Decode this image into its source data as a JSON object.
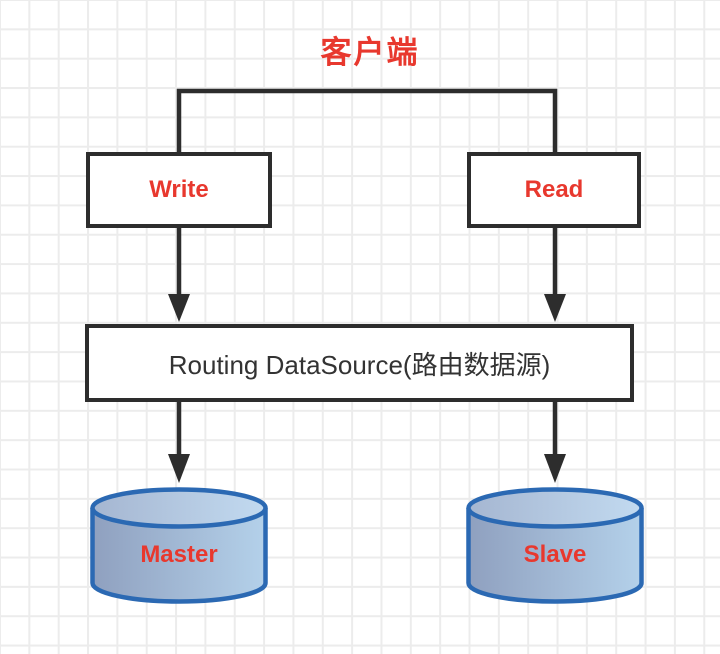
{
  "diagram": {
    "title": "客户端",
    "nodes": {
      "write": {
        "label": "Write"
      },
      "read": {
        "label": "Read"
      },
      "routing": {
        "label": "Routing DataSource(路由数据源)"
      },
      "master": {
        "label": "Master"
      },
      "slave": {
        "label": "Slave"
      }
    },
    "edges": [
      {
        "from": "client-bracket",
        "to": "write"
      },
      {
        "from": "client-bracket",
        "to": "read"
      },
      {
        "from": "write",
        "to": "routing"
      },
      {
        "from": "read",
        "to": "routing"
      },
      {
        "from": "routing",
        "to": "master"
      },
      {
        "from": "routing",
        "to": "slave"
      }
    ],
    "colors": {
      "accent_red": "#e8382e",
      "stroke_dark": "#2d2d2d",
      "cylinder_stroke": "#2b69b3",
      "cylinder_fill_left": "#8fa0bf",
      "cylinder_fill_right": "#b4d1ea",
      "grid_line": "#ececec",
      "background": "#ffffff"
    }
  }
}
